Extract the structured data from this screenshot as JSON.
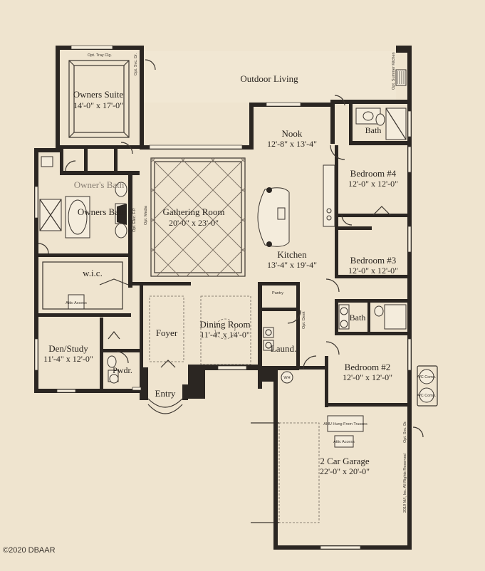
{
  "rooms": {
    "owners_suite": {
      "name": "Owners Suite",
      "dims": "14'-0\" x 17'-0\""
    },
    "outdoor_living": {
      "name": "Outdoor Living"
    },
    "nook": {
      "name": "Nook",
      "dims": "12'-8\" x 13'-4\""
    },
    "bath_upper": {
      "name": "Bath"
    },
    "bedroom4": {
      "name": "Bedroom #4",
      "dims": "12'-0\" x 12'-0\""
    },
    "owners_bath_faded": {
      "name": "Owner's Bath"
    },
    "owners_bath": {
      "name": "Owners Bath"
    },
    "gathering_room": {
      "name": "Gathering Room",
      "dims": "20'-0\" x 23'-0\""
    },
    "kitchen": {
      "name": "Kitchen",
      "dims": "13'-4\" x 19'-4\""
    },
    "bedroom3": {
      "name": "Bedroom #3",
      "dims": "12'-0\" x 12'-0\""
    },
    "wic": {
      "name": "w.i.c."
    },
    "foyer": {
      "name": "Foyer"
    },
    "dining_room": {
      "name": "Dining Room",
      "dims": "11'-4\" x 14'-0\""
    },
    "bath_lower": {
      "name": "Bath"
    },
    "den_study": {
      "name": "Den/Study",
      "dims": "11'-4\" x 12'-0\""
    },
    "laundry": {
      "name": "Laund."
    },
    "bedroom2": {
      "name": "Bedroom #2",
      "dims": "12'-0\" x 12'-0\""
    },
    "powder": {
      "name": "Pwdr."
    },
    "entry": {
      "name": "Entry"
    },
    "garage": {
      "name": "2 Car Garage",
      "dims": "22'-0\" x 20'-0\""
    }
  },
  "notes": {
    "tray_ceiling": "Opt. Tray Clg.",
    "svc_door_owner": "Opt. Svc. Dr.",
    "summer_kitchen": "Opt. Summer Kitchen",
    "media": "Opt. Media",
    "elec_fireplace": "Opt. Elec. F.P.",
    "attic_access_wic": "Attic Access",
    "pantry": "Pantry",
    "opt_desk": "Opt. Desk",
    "water_heater": "WH",
    "ac_1": "A/C Comp.",
    "ac_2": "A/C Comp.",
    "ahu": "AHU Hung From Trusses",
    "attic_access_garage": "Attic Access",
    "svc_door_garage": "Opt. Svc. Dr.",
    "rights": "2019 M/I, Inc. All Rights Reserved"
  },
  "watermark": "©2020 DBAAR"
}
